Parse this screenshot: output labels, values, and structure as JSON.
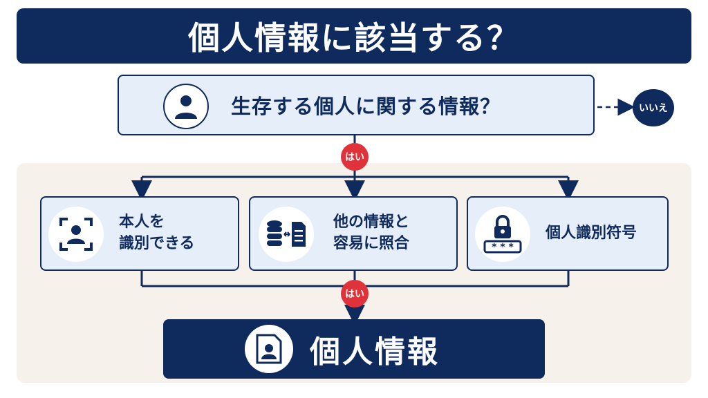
{
  "title": "個人情報に該当する？",
  "question": {
    "text": "生存する個人に関する情報？",
    "icon": "person-icon"
  },
  "no_label": "いいえ",
  "yes_label_1": "はい",
  "yes_label_2": "はい",
  "criteria": [
    {
      "line1": "本人を",
      "line2": "識別できる",
      "icon": "face-recognition-icon"
    },
    {
      "line1": "他の情報と",
      "line2": "容易に照合",
      "icon": "database-document-icon"
    },
    {
      "line1": "個人識別符号",
      "line2": "",
      "icon": "lock-password-icon"
    }
  ],
  "result": {
    "label": "個人情報",
    "icon": "id-document-icon"
  },
  "colors": {
    "navy": "#0f2a5c",
    "light_blue": "#e6eef9",
    "beige": "#f6f1ea",
    "red": "#e0323a"
  }
}
